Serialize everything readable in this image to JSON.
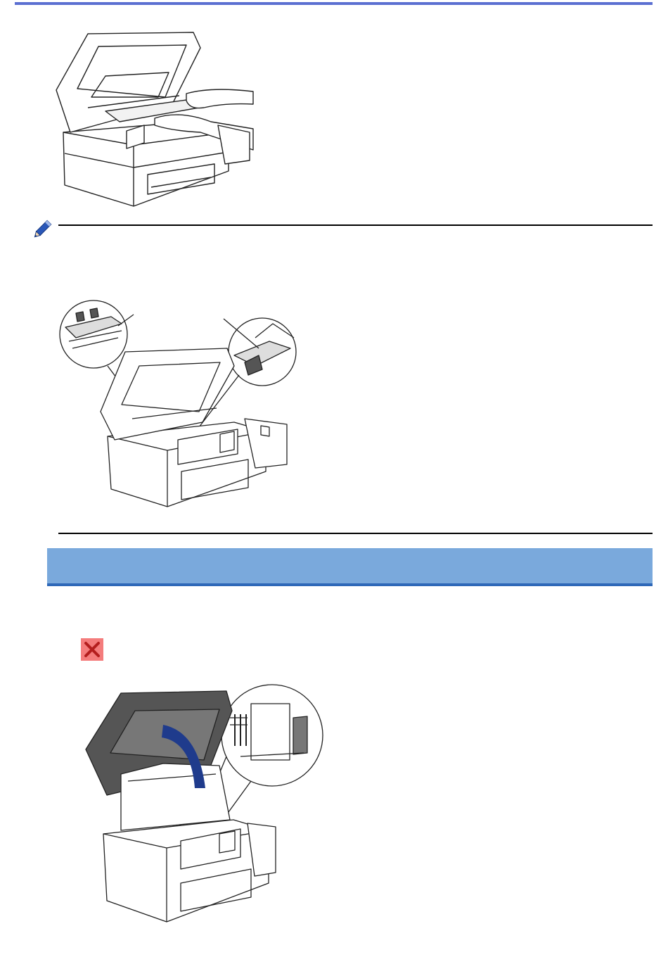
{
  "colors": {
    "top_rule": "#5b6fd1",
    "section_band": "#7aa9dc",
    "section_band_rule": "#2e68b8",
    "note_icon": "#2a57b8",
    "cancel_icon_bg": "#f47c7c",
    "cancel_icon_x": "#b41e1e",
    "arrow": "#1f3b8c"
  },
  "icons": {
    "note": "pencil-note-icon",
    "cancel": "cancel-x-icon"
  },
  "figures": [
    {
      "id": "fig1",
      "description_name": "printer-with-hands-removing-paper"
    },
    {
      "id": "fig2",
      "description_name": "printer-with-two-magnified-callouts"
    },
    {
      "id": "fig3",
      "description_name": "printer-closing-scanner-cover-with-callout"
    }
  ]
}
